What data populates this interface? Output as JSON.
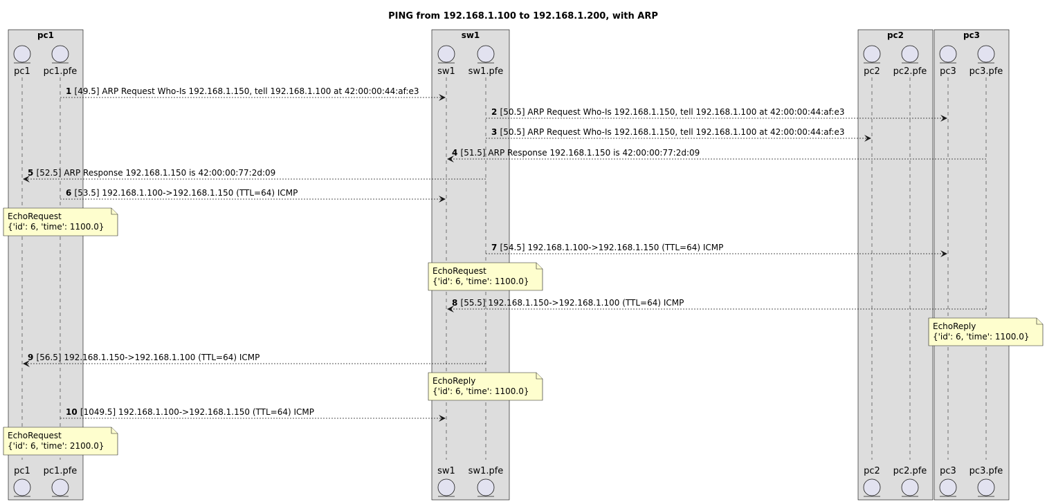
{
  "title": "PING from 192.168.1.100 to 192.168.1.200, with ARP",
  "boxes": [
    {
      "id": "pc1",
      "title": "pc1"
    },
    {
      "id": "sw1",
      "title": "sw1"
    },
    {
      "id": "pc2",
      "title": "pc2"
    },
    {
      "id": "pc3",
      "title": "pc3"
    }
  ],
  "participants": [
    {
      "id": "pc1",
      "label": "pc1",
      "box": "pc1"
    },
    {
      "id": "pc1.pfe",
      "label": "pc1.pfe",
      "box": "pc1"
    },
    {
      "id": "sw1",
      "label": "sw1",
      "box": "sw1"
    },
    {
      "id": "sw1.pfe",
      "label": "sw1.pfe",
      "box": "sw1"
    },
    {
      "id": "pc2",
      "label": "pc2",
      "box": "pc2"
    },
    {
      "id": "pc2.pfe",
      "label": "pc2.pfe",
      "box": "pc2"
    },
    {
      "id": "pc3",
      "label": "pc3",
      "box": "pc3"
    },
    {
      "id": "pc3.pfe",
      "label": "pc3.pfe",
      "box": "pc3"
    }
  ],
  "messages": [
    {
      "num": "1",
      "text": "[49.5] ARP Request Who-Is 192.168.1.150, tell 192.168.1.100 at 42:00:00:44:af:e3",
      "from": "pc1.pfe",
      "to": "sw1"
    },
    {
      "num": "2",
      "text": "[50.5] ARP Request Who-Is 192.168.1.150, tell 192.168.1.100 at 42:00:00:44:af:e3",
      "from": "sw1.pfe",
      "to": "pc3"
    },
    {
      "num": "3",
      "text": "[50.5] ARP Request Who-Is 192.168.1.150, tell 192.168.1.100 at 42:00:00:44:af:e3",
      "from": "sw1.pfe",
      "to": "pc2"
    },
    {
      "num": "4",
      "text": "[51.5] ARP Response 192.168.1.150 is 42:00:00:77:2d:09",
      "from": "pc3.pfe",
      "to": "sw1"
    },
    {
      "num": "5",
      "text": "[52.5] ARP Response 192.168.1.150 is 42:00:00:77:2d:09",
      "from": "sw1.pfe",
      "to": "pc1"
    },
    {
      "num": "6",
      "text": "[53.5] 192.168.1.100->192.168.1.150 (TTL=64) ICMP",
      "from": "pc1.pfe",
      "to": "sw1",
      "note": {
        "lines": [
          "EchoRequest",
          "{'id': 6, 'time': 1100.0}"
        ],
        "over": "pc1"
      }
    },
    {
      "num": "7",
      "text": "[54.5] 192.168.1.100->192.168.1.150 (TTL=64) ICMP",
      "from": "sw1.pfe",
      "to": "pc3",
      "note": {
        "lines": [
          "EchoRequest",
          "{'id': 6, 'time': 1100.0}"
        ],
        "over": "sw1"
      }
    },
    {
      "num": "8",
      "text": "[55.5] 192.168.1.150->192.168.1.100 (TTL=64) ICMP",
      "from": "pc3.pfe",
      "to": "sw1",
      "note": {
        "lines": [
          "EchoReply",
          "{'id': 6, 'time': 1100.0}"
        ],
        "over": "pc3"
      }
    },
    {
      "num": "9",
      "text": "[56.5] 192.168.1.150->192.168.1.100 (TTL=64) ICMP",
      "from": "sw1.pfe",
      "to": "pc1",
      "note": {
        "lines": [
          "EchoReply",
          "{'id': 6, 'time': 1100.0}"
        ],
        "over": "sw1"
      }
    },
    {
      "num": "10",
      "text": "[1049.5] 192.168.1.100->192.168.1.150 (TTL=64) ICMP",
      "from": "pc1.pfe",
      "to": "sw1",
      "note": {
        "lines": [
          "EchoRequest",
          "{'id': 6, 'time': 2100.0}"
        ],
        "over": "pc1"
      }
    }
  ]
}
